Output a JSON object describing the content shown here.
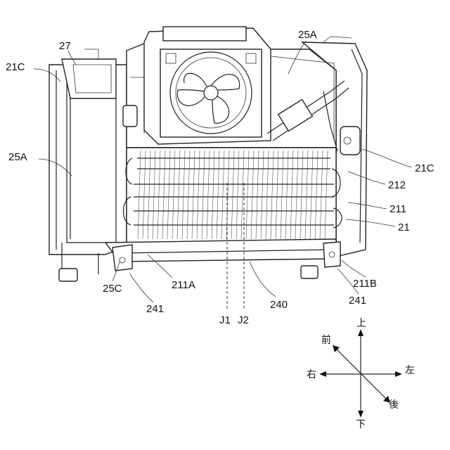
{
  "labels": {
    "l27": "27",
    "l21c_left": "21C",
    "l25a_top": "25A",
    "l25a_left": "25A",
    "l21c_right": "21C",
    "l212": "212",
    "l211": "211",
    "l21": "21",
    "l25c": "25C",
    "l211a": "211A",
    "l241_left": "241",
    "l240": "240",
    "l211b": "211B",
    "l241_right": "241",
    "lj1": "J1",
    "lj2": "J2"
  },
  "directions": {
    "up": "上",
    "front": "前",
    "right": "右",
    "left": "左",
    "back": "後",
    "down": "下"
  }
}
